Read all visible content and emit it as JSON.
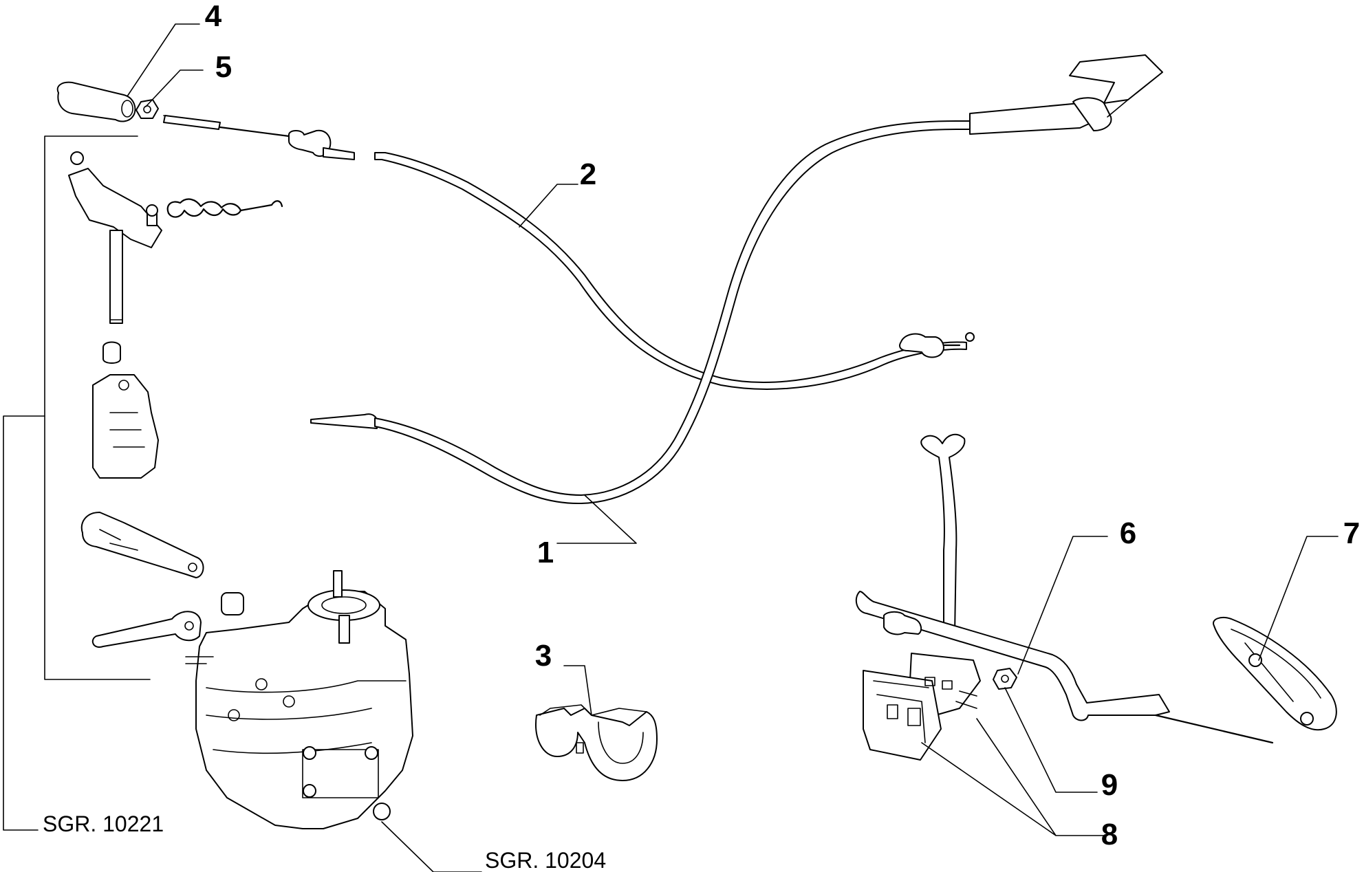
{
  "callouts": {
    "c1": "1",
    "c2": "2",
    "c3": "3",
    "c4": "4",
    "c5": "5",
    "c6": "6",
    "c7": "7",
    "c8": "8",
    "c9": "9"
  },
  "references": {
    "sgr_left": "SGR. 10221",
    "sgr_bottom": "SGR. 10204"
  }
}
